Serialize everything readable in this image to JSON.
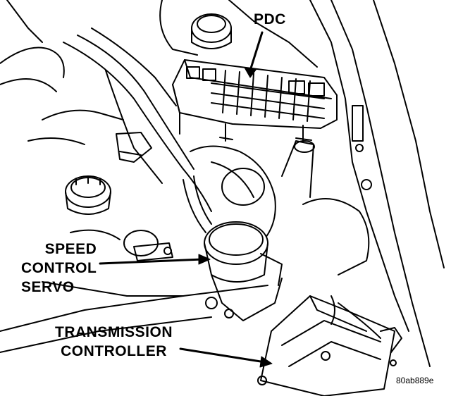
{
  "diagram": {
    "labels": {
      "pdc": "PDC",
      "speed_control_servo": [
        "SPEED",
        "CONTROL",
        "SERVO"
      ],
      "transmission_controller": [
        "TRANSMISSION",
        "CONTROLLER"
      ]
    },
    "figure_id": "80ab889e",
    "colors": {
      "ink": "#000000",
      "paper": "#ffffff"
    }
  }
}
